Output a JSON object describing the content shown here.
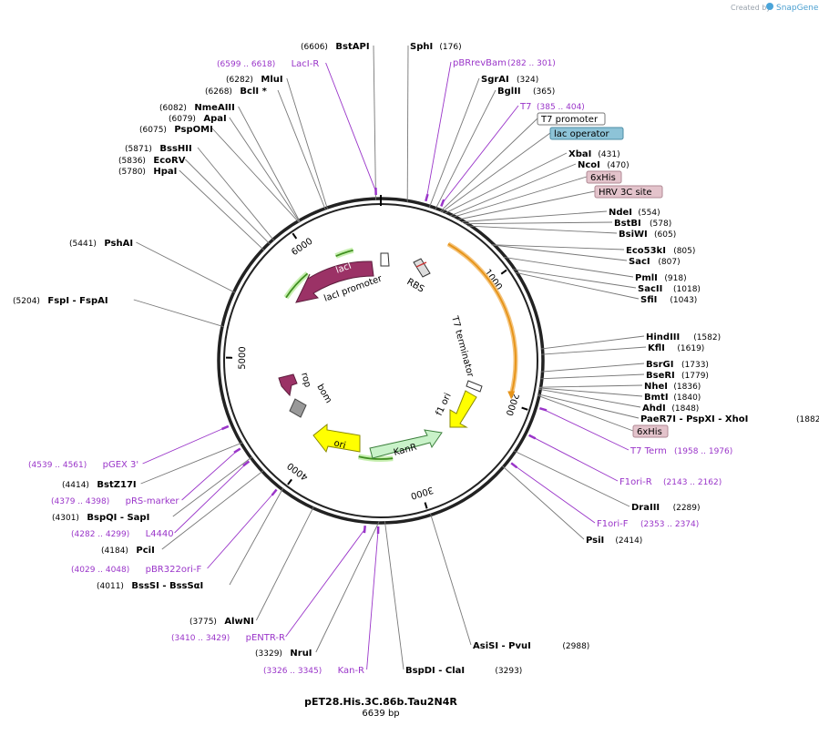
{
  "header": {
    "credit_prefix": "Created by",
    "credit_brand": "SnapGene"
  },
  "plasmid": {
    "name": "pET28.His.3C.86b.Tau2N4R",
    "size": "6639 bp",
    "length_bp": 6639
  },
  "ticks": [
    "1000",
    "2000",
    "3000",
    "4000",
    "5000",
    "6000"
  ],
  "tick_values": [
    1000,
    2000,
    3000,
    4000,
    5000,
    6000
  ],
  "labels": [
    {
      "kind": "site",
      "bp": 6606,
      "coord": "(6606)",
      "name": "BstAPI"
    },
    {
      "kind": "site",
      "bp": 176,
      "coord": "(176)",
      "name": "SphI"
    },
    {
      "kind": "primer",
      "bp": 290,
      "coord": "(282 .. 301)",
      "name": "pBRrevBam"
    },
    {
      "kind": "primer",
      "bp": 6608,
      "coord": "(6599 .. 6618)",
      "name": "LacI-R"
    },
    {
      "kind": "site",
      "bp": 324,
      "coord": "(324)",
      "name": "SgrAI"
    },
    {
      "kind": "site",
      "bp": 365,
      "coord": "(365)",
      "name": "BglII"
    },
    {
      "kind": "site",
      "bp": 6282,
      "coord": "(6282)",
      "name": "MluI"
    },
    {
      "kind": "site",
      "bp": 6268,
      "coord": "(6268)",
      "name": "BclI *"
    },
    {
      "kind": "primer",
      "bp": 394,
      "coord": "(385 .. 404)",
      "name": "T7"
    },
    {
      "kind": "feature",
      "bp": 400,
      "coord": "",
      "name": "T7 promoter",
      "fill": "#ffffff",
      "stroke": "#777777"
    },
    {
      "kind": "feature",
      "bp": 410,
      "coord": "",
      "name": "lac operator",
      "fill": "#8dc3d7",
      "stroke": "#4d8ea6"
    },
    {
      "kind": "site",
      "bp": 6082,
      "coord": "(6082)",
      "name": "NmeAIII"
    },
    {
      "kind": "site",
      "bp": 6079,
      "coord": "(6079)",
      "name": "ApaI"
    },
    {
      "kind": "site",
      "bp": 6075,
      "coord": "(6075)",
      "name": "PspOMI"
    },
    {
      "kind": "site",
      "bp": 431,
      "coord": "(431)",
      "name": "XbaI"
    },
    {
      "kind": "site",
      "bp": 470,
      "coord": "(470)",
      "name": "NcoI"
    },
    {
      "kind": "site",
      "bp": 5871,
      "coord": "(5871)",
      "name": "BssHII"
    },
    {
      "kind": "site",
      "bp": 5836,
      "coord": "(5836)",
      "name": "EcoRV"
    },
    {
      "kind": "site",
      "bp": 5780,
      "coord": "(5780)",
      "name": "HpaI"
    },
    {
      "kind": "feature",
      "bp": 490,
      "coord": "",
      "name": "6xHis",
      "fill": "#e3c3cb",
      "stroke": "#b08a94"
    },
    {
      "kind": "feature",
      "bp": 525,
      "coord": "",
      "name": "HRV 3C site",
      "fill": "#e3c3cb",
      "stroke": "#b08a94"
    },
    {
      "kind": "site",
      "bp": 554,
      "coord": "(554)",
      "name": "NdeI"
    },
    {
      "kind": "site",
      "bp": 578,
      "coord": "(578)",
      "name": "BstBI"
    },
    {
      "kind": "site",
      "bp": 605,
      "coord": "(605)",
      "name": "BsiWI"
    },
    {
      "kind": "site",
      "bp": 5441,
      "coord": "(5441)",
      "name": "PshAI"
    },
    {
      "kind": "site",
      "bp": 805,
      "coord": "(805)",
      "name": "Eco53kI"
    },
    {
      "kind": "site",
      "bp": 807,
      "coord": "(807)",
      "name": "SacI"
    },
    {
      "kind": "site",
      "bp": 918,
      "coord": "(918)",
      "name": "PmlI"
    },
    {
      "kind": "site",
      "bp": 1018,
      "coord": "(1018)",
      "name": "SacII"
    },
    {
      "kind": "site",
      "bp": 1043,
      "coord": "(1043)",
      "name": "SfiI"
    },
    {
      "kind": "site",
      "bp": 5204,
      "coord": "(5204)",
      "name": "FspI   - FspAI"
    },
    {
      "kind": "site",
      "bp": 1582,
      "coord": "(1582)",
      "name": "HindIII"
    },
    {
      "kind": "site",
      "bp": 1619,
      "coord": "(1619)",
      "name": "KflI"
    },
    {
      "kind": "site",
      "bp": 1733,
      "coord": "(1733)",
      "name": "BsrGI"
    },
    {
      "kind": "site",
      "bp": 1779,
      "coord": "(1779)",
      "name": "BseRI"
    },
    {
      "kind": "site",
      "bp": 1836,
      "coord": "(1836)",
      "name": "NheI"
    },
    {
      "kind": "site",
      "bp": 1840,
      "coord": "(1840)",
      "name": "BmtI"
    },
    {
      "kind": "site",
      "bp": 1848,
      "coord": "(1848)",
      "name": "AhdI"
    },
    {
      "kind": "site",
      "bp": 1882,
      "coord": "(1882)",
      "name": "PaeR7I   - PspXI   - XhoI"
    },
    {
      "kind": "feature",
      "bp": 1890,
      "coord": "",
      "name": "6xHis",
      "fill": "#e3c3cb",
      "stroke": "#b08a94"
    },
    {
      "kind": "primer",
      "bp": 1967,
      "coord": "(1958 .. 1976)",
      "name": "T7 Term"
    },
    {
      "kind": "primer",
      "bp": 4550,
      "coord": "(4539 .. 4561)",
      "name": "pGEX 3'"
    },
    {
      "kind": "site",
      "bp": 4414,
      "coord": "(4414)",
      "name": "BstZ17I"
    },
    {
      "kind": "primer",
      "bp": 2152,
      "coord": "(2143 .. 2162)",
      "name": "F1ori-R"
    },
    {
      "kind": "primer",
      "bp": 4388,
      "coord": "(4379 .. 4398)",
      "name": "pRS-marker"
    },
    {
      "kind": "site",
      "bp": 4301,
      "coord": "(4301)",
      "name": "BspQI   - SapI"
    },
    {
      "kind": "site",
      "bp": 2289,
      "coord": "(2289)",
      "name": "DraIII"
    },
    {
      "kind": "primer",
      "bp": 4290,
      "coord": "(4282 .. 4299)",
      "name": "L4440"
    },
    {
      "kind": "primer",
      "bp": 2363,
      "coord": "(2353 .. 2374)",
      "name": "F1ori-F"
    },
    {
      "kind": "site",
      "bp": 2414,
      "coord": "(2414)",
      "name": "PsiI"
    },
    {
      "kind": "site",
      "bp": 4184,
      "coord": "(4184)",
      "name": "PciI"
    },
    {
      "kind": "primer",
      "bp": 4038,
      "coord": "(4029 .. 4048)",
      "name": "pBR322ori-F"
    },
    {
      "kind": "site",
      "bp": 4011,
      "coord": "(4011)",
      "name": "BssSI   - BssSαI"
    },
    {
      "kind": "site",
      "bp": 3775,
      "coord": "(3775)",
      "name": "AlwNI"
    },
    {
      "kind": "primer",
      "bp": 3420,
      "coord": "(3410 .. 3429)",
      "name": "pENTR-R"
    },
    {
      "kind": "site",
      "bp": 2988,
      "coord": "(2988)",
      "name": "AsiSI   - PvuI"
    },
    {
      "kind": "site",
      "bp": 3329,
      "coord": "(3329)",
      "name": "NruI"
    },
    {
      "kind": "primer",
      "bp": 3336,
      "coord": "(3326 .. 3345)",
      "name": "Kan-R"
    },
    {
      "kind": "site",
      "bp": 3293,
      "coord": "(3293)",
      "name": "BspDI   - ClaI"
    }
  ],
  "features": [
    {
      "name": "lacI",
      "color": "#9b3266",
      "start": 6505,
      "end": 5425,
      "direction": "reverse"
    },
    {
      "name": "lacI promoter",
      "color": "#ffffff",
      "start": 6578,
      "end": 6500,
      "direction": "reverse"
    },
    {
      "name": "RBS",
      "color": "#cccccc",
      "start": 6608,
      "end": 6639,
      "direction": "none"
    },
    {
      "name": "T7 terminator",
      "color": "#ffffff",
      "start": 1950,
      "end": 2000,
      "direction": "none"
    },
    {
      "name": "f1 ori",
      "color": "#ffff00",
      "start": 2300,
      "end": 2760,
      "direction": "reverse"
    },
    {
      "name": "KanR",
      "color": "#c9f2c9",
      "start": 3250,
      "end": 3880,
      "direction": "reverse"
    },
    {
      "name": "ori",
      "color": "#ffff00",
      "start": 3960,
      "end": 4430,
      "direction": "reverse"
    },
    {
      "name": "bom",
      "color": "#999999",
      "start": 4560,
      "end": 4700,
      "direction": "none"
    },
    {
      "name": "rop",
      "color": "#9b3266",
      "start": 4780,
      "end": 4960,
      "direction": "reverse"
    }
  ],
  "orange_arc": {
    "start": 553,
    "end": 1930
  }
}
